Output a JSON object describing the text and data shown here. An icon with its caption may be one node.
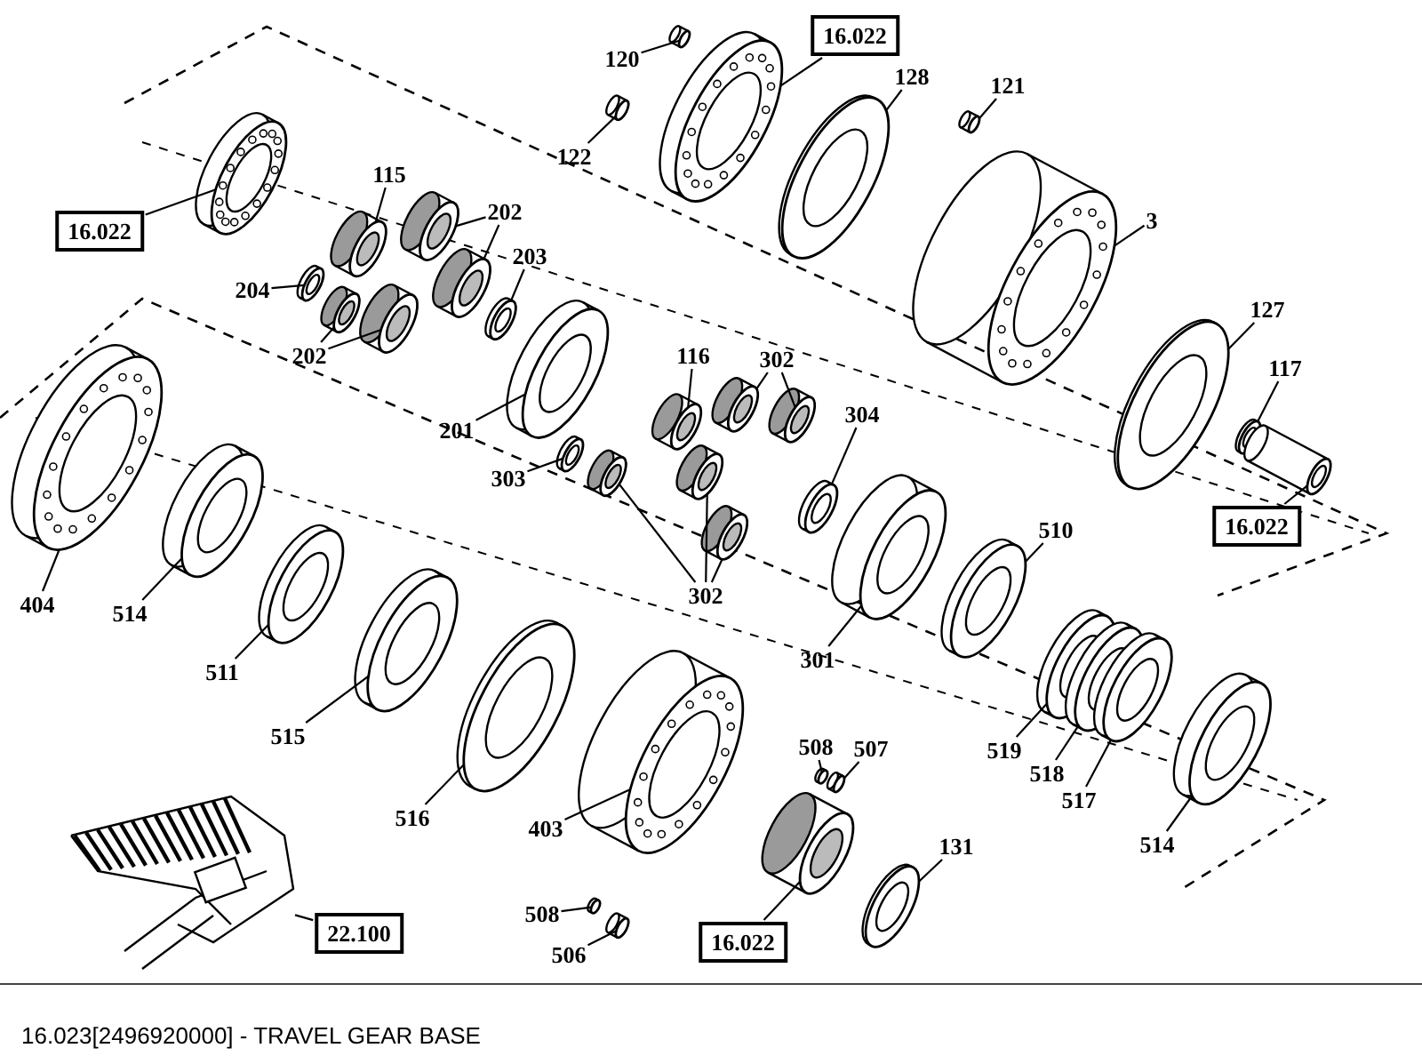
{
  "diagram": {
    "caption": "16.023[2496920000] - TRAVEL GEAR BASE",
    "nodes": [
      {
        "text": [
          "120"
        ]
      },
      {
        "text": [
          "16.022"
        ]
      },
      {
        "text": [
          "128"
        ]
      },
      {
        "text": [
          "122"
        ]
      },
      {
        "text": [
          "121"
        ]
      },
      {
        "text": [
          "16.022"
        ]
      },
      {
        "text": [
          "115"
        ]
      },
      {
        "text": [
          "202"
        ]
      },
      {
        "text": [
          "3"
        ]
      },
      {
        "text": [
          "203"
        ]
      },
      {
        "text": [
          "127"
        ]
      },
      {
        "text": [
          "204"
        ]
      },
      {
        "text": [
          "202"
        ]
      },
      {
        "text": [
          "117"
        ]
      },
      {
        "text": [
          "116"
        ]
      },
      {
        "text": [
          "302"
        ]
      },
      {
        "text": [
          "201"
        ]
      },
      {
        "text": [
          "304"
        ]
      },
      {
        "text": [
          "16.022"
        ]
      },
      {
        "text": [
          "303"
        ]
      },
      {
        "text": [
          "404"
        ]
      },
      {
        "text": [
          "510"
        ]
      },
      {
        "text": [
          "514"
        ]
      },
      {
        "text": [
          "302"
        ]
      },
      {
        "text": [
          "301"
        ]
      },
      {
        "text": [
          "511"
        ]
      },
      {
        "text": [
          "519"
        ]
      },
      {
        "text": [
          "515"
        ]
      },
      {
        "text": [
          "518"
        ]
      },
      {
        "text": [
          "508"
        ]
      },
      {
        "text": [
          "507"
        ]
      },
      {
        "text": [
          "517"
        ]
      },
      {
        "text": [
          "514"
        ]
      },
      {
        "text": [
          "516"
        ]
      },
      {
        "text": [
          "403"
        ]
      },
      {
        "text": [
          "131"
        ]
      },
      {
        "text": [
          "508"
        ]
      },
      {
        "text": [
          "22.100"
        ]
      },
      {
        "text": [
          "506"
        ]
      },
      {
        "text": [
          "16.022"
        ]
      },
      {
        "text": [],
        "shape": "cylinder"
      },
      {
        "text": [],
        "shape": "cylinder"
      },
      {
        "text": [],
        "shape": "cylinder"
      },
      {
        "text": [],
        "shape": "cylinder"
      },
      {
        "text": [],
        "shape": "cylinder"
      },
      {
        "text": [],
        "shape": "cylinder"
      },
      {
        "text": [],
        "shape": "cylinder"
      },
      {
        "text": [],
        "shape": "cylinder"
      },
      {
        "text": [],
        "shape": "cylinder"
      },
      {
        "text": [],
        "shape": "cylinder"
      },
      {
        "text": [],
        "shape": "cylinder"
      },
      {
        "text": [],
        "shape": "cylinder"
      },
      {
        "text": [],
        "shape": "cylinder"
      },
      {
        "text": [],
        "shape": "cylinder"
      },
      {
        "text": [],
        "shape": "cylinder"
      },
      {
        "text": [],
        "shape": "cylinder"
      },
      {
        "text": [],
        "shape": "cylinder"
      },
      {
        "text": [],
        "shape": "cylinder"
      },
      {
        "text": [],
        "shape": "cylinder"
      },
      {
        "text": [],
        "shape": "cylinder"
      },
      {
        "text": [],
        "shape": "cylinder"
      },
      {
        "text": [],
        "shape": "cylinder"
      },
      {
        "text": [],
        "shape": "cylinder"
      },
      {
        "text": [],
        "shape": "cylinder"
      },
      {
        "text": [],
        "shape": "cylinder"
      },
      {
        "text": [],
        "shape": "cylinder"
      },
      {
        "text": [],
        "shape": "cylinder"
      },
      {
        "text": [],
        "shape": "cylinder"
      },
      {
        "text": [],
        "shape": "cylinder"
      },
      {
        "text": [],
        "shape": "cylinder"
      },
      {
        "text": [],
        "shape": "cylinder"
      },
      {
        "text": [],
        "shape": "cylinder"
      },
      {
        "text": [],
        "shape": "cylinder"
      },
      {
        "text": [],
        "shape": "cylinder"
      },
      {
        "text": [],
        "shape": "cylinder"
      },
      {
        "text": [],
        "shape": "cylinder"
      },
      {
        "text": [],
        "shape": "cylinder"
      },
      {
        "text": [],
        "shape": "cylinder"
      },
      {
        "text": [],
        "shape": "cylinder"
      },
      {
        "text": [],
        "shape": "cylinder"
      },
      {
        "text": [],
        "shape": "cylinder"
      },
      {
        "text": [],
        "shape": "cylinder"
      },
      {
        "text": [],
        "shape": "picture"
      },
      {
        "text": [],
        "shape": "cylinder"
      },
      {
        "text": [],
        "shape": "cylinder"
      }
    ],
    "edges": [
      {
        "from": 0,
        "to": 40,
        "arrow": "none"
      },
      {
        "from": 1,
        "to": 41,
        "arrow": "none"
      },
      {
        "from": 2,
        "to": 42,
        "arrow": "none"
      },
      {
        "from": 3,
        "to": 43,
        "arrow": "none"
      },
      {
        "from": 4,
        "to": 44,
        "arrow": "none"
      },
      {
        "from": 5,
        "to": 45,
        "arrow": "none"
      },
      {
        "from": 6,
        "to": 46,
        "arrow": "none"
      },
      {
        "from": 7,
        "to": 47,
        "arrow": "none"
      },
      {
        "from": 7,
        "to": 48,
        "arrow": "none"
      },
      {
        "from": 8,
        "to": 49,
        "arrow": "none"
      },
      {
        "from": 9,
        "to": 50,
        "arrow": "none"
      },
      {
        "from": 10,
        "to": 51,
        "arrow": "none"
      },
      {
        "from": 11,
        "to": 52,
        "arrow": "none"
      },
      {
        "from": 12,
        "to": 53,
        "arrow": "none"
      },
      {
        "from": 12,
        "to": 54,
        "arrow": "none"
      },
      {
        "from": 13,
        "to": 55,
        "arrow": "none"
      },
      {
        "from": 14,
        "to": 56,
        "arrow": "none"
      },
      {
        "from": 15,
        "to": 57,
        "arrow": "none"
      },
      {
        "from": 15,
        "to": 58,
        "arrow": "none"
      },
      {
        "from": 16,
        "to": 59,
        "arrow": "none"
      },
      {
        "from": 17,
        "to": 60,
        "arrow": "none"
      },
      {
        "from": 18,
        "to": 61,
        "arrow": "none"
      },
      {
        "from": 19,
        "to": 62,
        "arrow": "none"
      },
      {
        "from": 20,
        "to": 63,
        "arrow": "none"
      },
      {
        "from": 21,
        "to": 64,
        "arrow": "none"
      },
      {
        "from": 22,
        "to": 65,
        "arrow": "none"
      },
      {
        "from": 23,
        "to": 66,
        "arrow": "none"
      },
      {
        "from": 23,
        "to": 67,
        "arrow": "none"
      },
      {
        "from": 23,
        "to": 68,
        "arrow": "none"
      },
      {
        "from": 24,
        "to": 69,
        "arrow": "none"
      },
      {
        "from": 25,
        "to": 70,
        "arrow": "none"
      },
      {
        "from": 26,
        "to": 71,
        "arrow": "none"
      },
      {
        "from": 27,
        "to": 72,
        "arrow": "none"
      },
      {
        "from": 28,
        "to": 73,
        "arrow": "none"
      },
      {
        "from": 29,
        "to": 74,
        "arrow": "none"
      },
      {
        "from": 30,
        "to": 75,
        "arrow": "none"
      },
      {
        "from": 31,
        "to": 76,
        "arrow": "none"
      },
      {
        "from": 32,
        "to": 77,
        "arrow": "none"
      },
      {
        "from": 33,
        "to": 78,
        "arrow": "none"
      },
      {
        "from": 34,
        "to": 79,
        "arrow": "none"
      },
      {
        "from": 35,
        "to": 80,
        "arrow": "none"
      },
      {
        "from": 36,
        "to": 81,
        "arrow": "none"
      },
      {
        "from": 37,
        "to": 82,
        "arrow": "none"
      },
      {
        "from": 38,
        "to": 83,
        "arrow": "none"
      },
      {
        "from": 39,
        "to": 84,
        "arrow": "none"
      }
    ]
  }
}
